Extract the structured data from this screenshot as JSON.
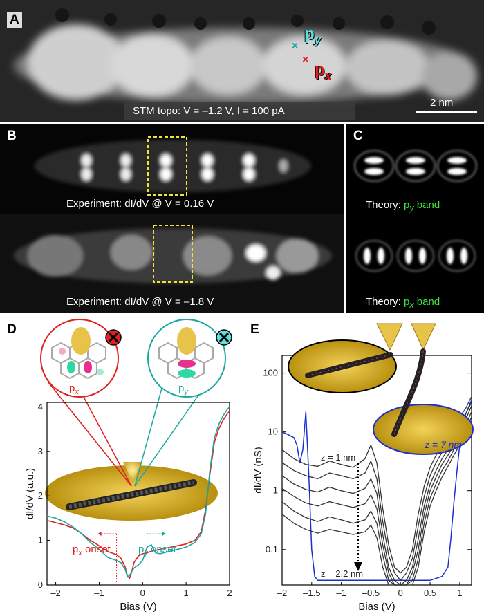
{
  "panel_a": {
    "label": "A",
    "caption": "STM topo: V = –1.2 V, I = 100 pA",
    "scale_bar": "2 nm",
    "marker_py": "p",
    "marker_py_sub": "y",
    "marker_px": "p",
    "marker_px_sub": "x"
  },
  "panel_b": {
    "label": "B",
    "caption_top": "Experiment: dI/dV @ V = 0.16 V",
    "caption_bottom": "Experiment: dI/dV @ V = –1.8 V"
  },
  "panel_c": {
    "label": "C",
    "theory_top_prefix": "Theory: ",
    "theory_top_orbital": "p",
    "theory_top_sub": "y",
    "theory_top_suffix": " band",
    "theory_bottom_prefix": "Theory: ",
    "theory_bottom_orbital": "p",
    "theory_bottom_sub": "x",
    "theory_bottom_suffix": " band"
  },
  "panel_d": {
    "label": "D",
    "inset_left": "p",
    "inset_left_sub": "x",
    "inset_right": "p",
    "inset_right_sub": "y",
    "onset_left": "p",
    "onset_left_sub": "x",
    "onset_left_text": " onset",
    "onset_right": "p",
    "onset_right_sub": "y",
    "onset_right_text": " onset"
  },
  "panel_e": {
    "label": "E",
    "z_top": "z = 1 nm",
    "z_bottom": "z = 2.2 nm",
    "z_blue": "z = 7 nm"
  },
  "colors": {
    "red": "#e02020",
    "teal": "#1aa7a0",
    "blue": "#1a2fd0",
    "green_text": "#39e639",
    "yellow_box": "#f2e23a",
    "gray_curves": "#333333"
  },
  "chart_data": [
    {
      "type": "line",
      "panel": "D",
      "xlabel": "Bias (V)",
      "ylabel": "dI/dV (a.u.)",
      "xlim": [
        -2.2,
        2.0
      ],
      "ylim": [
        0,
        4.1
      ],
      "xticks": [
        -2,
        -1,
        0,
        1,
        2
      ],
      "yticks": [
        0,
        1,
        2,
        3,
        4
      ],
      "xtick_labels": [
        "–2",
        "–1",
        "0",
        "1",
        "2"
      ],
      "ytick_labels": [
        "0",
        "1",
        "2",
        "3",
        "4"
      ],
      "onset_markers": [
        -0.6,
        0.1
      ],
      "series": [
        {
          "color": "#e02020",
          "x": [
            -2.2,
            -2.0,
            -1.8,
            -1.6,
            -1.4,
            -1.2,
            -1.0,
            -0.8,
            -0.6,
            -0.5,
            -0.4,
            -0.35,
            -0.3,
            -0.25,
            -0.2,
            -0.1,
            0.0,
            0.1,
            0.2,
            0.3,
            0.4,
            0.6,
            0.8,
            1.0,
            1.2,
            1.35,
            1.45,
            1.55,
            1.65,
            1.75,
            1.85,
            1.95,
            2.0
          ],
          "y": [
            1.45,
            1.4,
            1.35,
            1.28,
            1.15,
            1.0,
            0.88,
            0.75,
            0.68,
            0.6,
            0.4,
            0.2,
            0.15,
            0.3,
            0.5,
            0.65,
            0.7,
            0.72,
            0.76,
            0.78,
            0.8,
            0.84,
            0.88,
            0.92,
            1.0,
            1.2,
            1.7,
            2.5,
            3.2,
            3.5,
            3.7,
            3.85,
            3.9
          ]
        },
        {
          "color": "#1aa7a0",
          "x": [
            -2.2,
            -2.0,
            -1.8,
            -1.6,
            -1.4,
            -1.2,
            -1.0,
            -0.8,
            -0.6,
            -0.5,
            -0.4,
            -0.35,
            -0.3,
            -0.25,
            -0.2,
            -0.1,
            0.0,
            0.1,
            0.2,
            0.3,
            0.4,
            0.6,
            0.8,
            1.0,
            1.2,
            1.35,
            1.45,
            1.55,
            1.65,
            1.75,
            1.85,
            1.95,
            2.0
          ],
          "y": [
            1.55,
            1.5,
            1.42,
            1.3,
            1.15,
            0.95,
            0.8,
            0.62,
            0.55,
            0.5,
            0.35,
            0.18,
            0.22,
            0.3,
            0.38,
            0.45,
            0.55,
            0.85,
            0.9,
            0.72,
            0.7,
            0.75,
            0.8,
            0.85,
            0.95,
            1.15,
            1.6,
            2.6,
            3.3,
            3.6,
            3.8,
            3.95,
            4.0
          ]
        }
      ]
    },
    {
      "type": "line",
      "panel": "E",
      "xlabel": "Bias (V)",
      "ylabel": "dI/dV (nS)",
      "yscale": "log",
      "xlim": [
        -2.0,
        1.2
      ],
      "ylim": [
        0.025,
        200
      ],
      "xticks": [
        -2,
        -1.5,
        -1,
        -0.5,
        0,
        0.5,
        1
      ],
      "yticks": [
        0.1,
        1,
        10,
        100
      ],
      "xtick_labels": [
        "–2",
        "–1.5",
        "–1",
        "–0.5",
        "0",
        "0.5",
        "1"
      ],
      "ytick_labels": [
        "0.1",
        "1",
        "10",
        "100"
      ],
      "gray_series": [
        {
          "x": [
            -2.0,
            -1.8,
            -1.6,
            -1.4,
            -1.2,
            -1.0,
            -0.8,
            -0.6,
            -0.5,
            -0.4,
            -0.3,
            -0.2,
            -0.1,
            0.0,
            0.1,
            0.2,
            0.3,
            0.4,
            0.5,
            0.6,
            0.7,
            0.8,
            0.9,
            1.0,
            1.1,
            1.2
          ],
          "y": [
            5,
            3.5,
            2.8,
            2.6,
            3.2,
            2.8,
            2.5,
            3.5,
            6,
            3,
            0.5,
            0.12,
            0.05,
            0.04,
            0.05,
            0.1,
            0.4,
            1.2,
            2.5,
            4,
            6,
            8,
            11,
            18,
            25,
            40
          ]
        },
        {
          "x": [
            -2.0,
            -1.8,
            -1.6,
            -1.4,
            -1.2,
            -1.0,
            -0.8,
            -0.6,
            -0.5,
            -0.4,
            -0.3,
            -0.2,
            -0.1,
            0.0,
            0.1,
            0.2,
            0.3,
            0.4,
            0.5,
            0.6,
            0.7,
            0.8,
            0.9,
            1.0,
            1.1,
            1.2
          ],
          "y": [
            3,
            2.2,
            1.8,
            1.6,
            2.0,
            1.8,
            1.6,
            2.0,
            3.2,
            1.6,
            0.3,
            0.08,
            0.04,
            0.03,
            0.04,
            0.07,
            0.25,
            0.8,
            1.8,
            3,
            4.5,
            6.5,
            9,
            14,
            20,
            32
          ]
        },
        {
          "x": [
            -2.0,
            -1.8,
            -1.6,
            -1.4,
            -1.2,
            -1.0,
            -0.8,
            -0.6,
            -0.5,
            -0.4,
            -0.3,
            -0.2,
            -0.1,
            0.0,
            0.1,
            0.2,
            0.3,
            0.4,
            0.5,
            0.6,
            0.7,
            0.8,
            0.9,
            1.0,
            1.1,
            1.2
          ],
          "y": [
            1.8,
            1.3,
            1.05,
            0.95,
            1.15,
            1.0,
            0.9,
            1.1,
            1.6,
            0.9,
            0.18,
            0.05,
            0.03,
            0.025,
            0.03,
            0.05,
            0.15,
            0.55,
            1.3,
            2.2,
            3.5,
            5,
            7.5,
            11,
            16,
            28
          ]
        },
        {
          "x": [
            -2.0,
            -1.8,
            -1.6,
            -1.4,
            -1.2,
            -1.0,
            -0.8,
            -0.6,
            -0.5,
            -0.4,
            -0.3,
            -0.2,
            -0.1,
            0.0,
            0.1,
            0.2,
            0.3,
            0.4,
            0.5,
            0.6,
            0.7,
            0.8,
            0.9,
            1.0,
            1.1,
            1.2
          ],
          "y": [
            1.1,
            0.8,
            0.62,
            0.55,
            0.65,
            0.58,
            0.52,
            0.6,
            0.85,
            0.5,
            0.12,
            0.04,
            0.025,
            0.025,
            0.025,
            0.04,
            0.1,
            0.4,
            1.0,
            1.7,
            2.8,
            4,
            6,
            9,
            13,
            22
          ]
        },
        {
          "x": [
            -2.0,
            -1.8,
            -1.6,
            -1.4,
            -1.2,
            -1.0,
            -0.8,
            -0.6,
            -0.5,
            -0.4,
            -0.3,
            -0.2,
            -0.1,
            0.0,
            0.1,
            0.2,
            0.3,
            0.4,
            0.5,
            0.6,
            0.7,
            0.8,
            0.9,
            1.0,
            1.1,
            1.2
          ],
          "y": [
            0.65,
            0.45,
            0.35,
            0.3,
            0.36,
            0.32,
            0.28,
            0.32,
            0.45,
            0.28,
            0.08,
            0.03,
            0.025,
            0.025,
            0.025,
            0.03,
            0.07,
            0.28,
            0.75,
            1.3,
            2.2,
            3.2,
            5,
            7.5,
            11,
            18
          ]
        },
        {
          "x": [
            -2.0,
            -1.8,
            -1.6,
            -1.4,
            -1.2,
            -1.0,
            -0.8,
            -0.6,
            -0.5,
            -0.4,
            -0.3,
            -0.2,
            -0.1,
            0.0,
            0.1,
            0.2,
            0.3,
            0.4,
            0.5,
            0.6,
            0.7,
            0.8,
            0.9,
            1.0,
            1.1,
            1.2
          ],
          "y": [
            0.4,
            0.28,
            0.22,
            0.19,
            0.22,
            0.2,
            0.18,
            0.2,
            0.26,
            0.16,
            0.05,
            0.025,
            0.025,
            0.025,
            0.025,
            0.025,
            0.05,
            0.2,
            0.55,
            1.0,
            1.7,
            2.6,
            4,
            6,
            9,
            15
          ]
        }
      ],
      "blue_series": {
        "color": "#1a2fd0",
        "x": [
          -2.0,
          -1.9,
          -1.8,
          -1.75,
          -1.7,
          -1.65,
          -1.6,
          -1.55,
          -1.5,
          -1.45,
          -1.4,
          -1.2,
          -1.0,
          -0.5,
          0.0,
          0.5,
          0.7,
          0.8,
          0.85,
          0.9,
          0.95,
          1.0,
          1.05,
          1.1,
          1.2
        ],
        "y": [
          10,
          9,
          8,
          6,
          3,
          5,
          22,
          2,
          0.1,
          0.035,
          0.03,
          0.03,
          0.03,
          0.03,
          0.03,
          0.03,
          0.035,
          0.05,
          0.15,
          0.6,
          2,
          6,
          12,
          20,
          35
        ]
      }
    }
  ]
}
